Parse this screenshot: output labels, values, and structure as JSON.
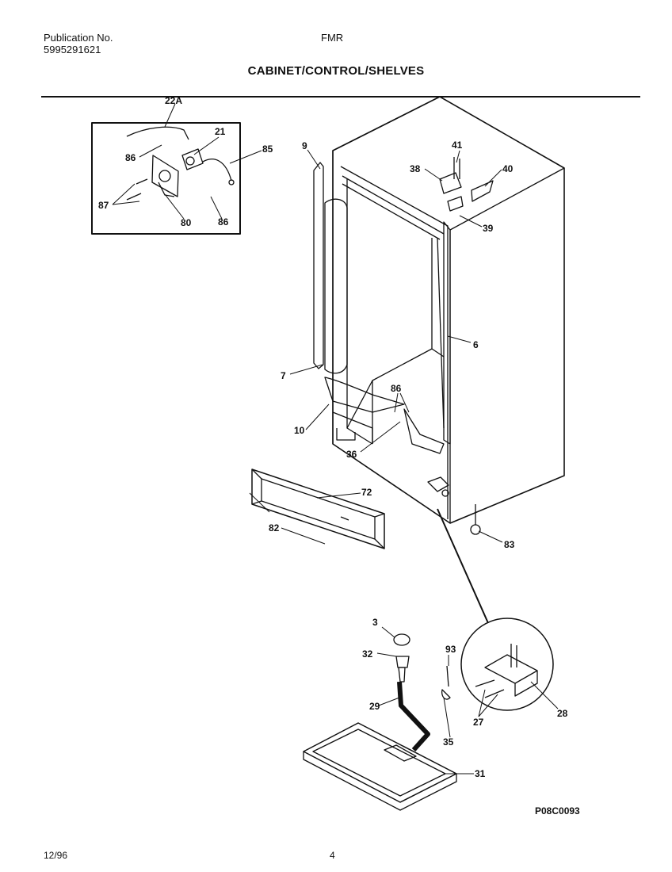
{
  "header": {
    "publication_label": "Publication No.",
    "publication_number": "5995291621",
    "model": "FMR"
  },
  "title": "CABINET/CONTROL/SHELVES",
  "callouts": {
    "c22A": "22A",
    "c21": "21",
    "c85": "85",
    "c86a": "86",
    "c86b": "86",
    "c86c": "86",
    "c87": "87",
    "c80": "80",
    "c9": "9",
    "c41": "41",
    "c38": "38",
    "c40": "40",
    "c39": "39",
    "c6": "6",
    "c7": "7",
    "c10": "10",
    "c36": "36",
    "c72": "72",
    "c82": "82",
    "c83": "83",
    "c3": "3",
    "c32": "32",
    "c29": "29",
    "c93": "93",
    "c35": "35",
    "c31": "31",
    "c27": "27",
    "c28": "28"
  },
  "drawing_code": "P08C0093",
  "footer": {
    "date": "12/96",
    "page": "4"
  }
}
